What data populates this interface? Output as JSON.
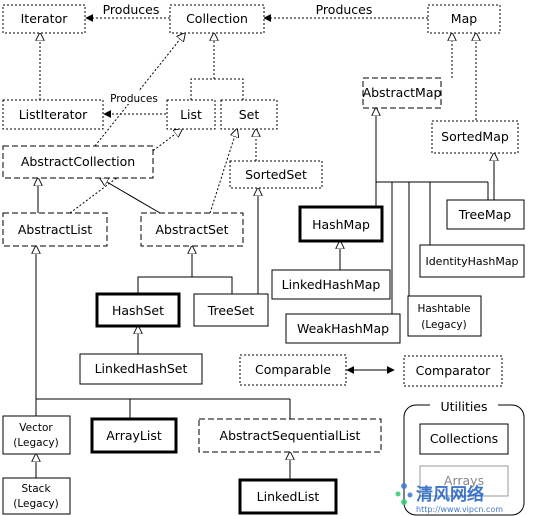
{
  "nodes": {
    "iterator": "Iterator",
    "collection": "Collection",
    "map": "Map",
    "list_iterator": "ListIterator",
    "list": "List",
    "set": "Set",
    "abstract_map": "AbstractMap",
    "abstract_collection": "AbstractCollection",
    "sorted_map": "SortedMap",
    "sorted_set": "SortedSet",
    "abstract_list": "AbstractList",
    "abstract_set": "AbstractSet",
    "hash_map": "HashMap",
    "tree_map": "TreeMap",
    "identity_hash_map": "IdentityHashMap",
    "linked_hash_map": "LinkedHashMap",
    "hash_set": "HashSet",
    "tree_set": "TreeSet",
    "weak_hash_map": "WeakHashMap",
    "hashtable": "Hashtable",
    "hashtable_note": "(Legacy)",
    "linked_hash_set": "LinkedHashSet",
    "comparable": "Comparable",
    "comparator": "Comparator",
    "vector": "Vector",
    "vector_note": "(Legacy)",
    "array_list": "ArrayList",
    "abstract_sequential_list": "AbstractSequentialList",
    "stack": "Stack",
    "stack_note": "(Legacy)",
    "linked_list": "LinkedList",
    "utilities": "Utilities",
    "collections": "Collections",
    "arrays": "Arrays"
  },
  "edge_labels": {
    "produces_collection": "Produces",
    "produces_map": "Produces",
    "produces_list": "Produces"
  },
  "watermark": {
    "brand": "清风网络",
    "url": "http://www.vipcn.com"
  }
}
